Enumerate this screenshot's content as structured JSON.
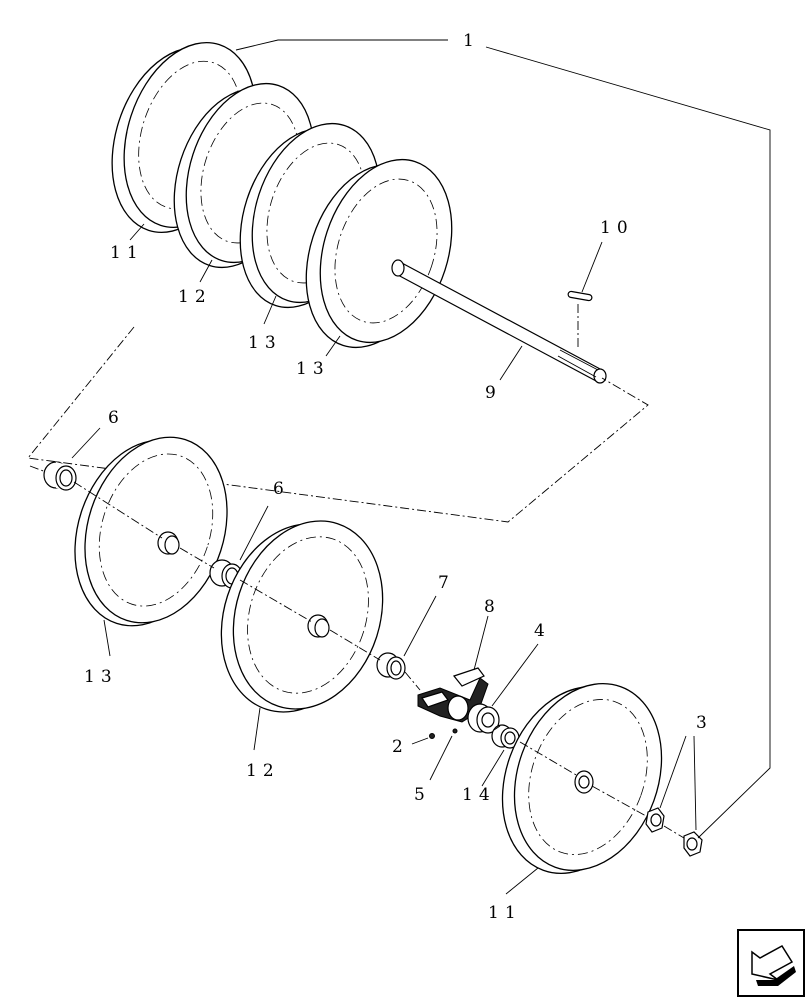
{
  "callouts": {
    "c1": "1",
    "c2": "2",
    "c3": "3",
    "c4": "4",
    "c5": "5",
    "c6a": "6",
    "c6b": "6",
    "c7": "7",
    "c8": "8",
    "c9": "9",
    "c10": "10",
    "c11a": "11",
    "c11b": "11",
    "c12a": "12",
    "c12b": "12",
    "c13a": "13",
    "c13b": "13",
    "c13c": "13",
    "c14": "14"
  },
  "nav_icon": "previous-page-arrow-icon"
}
